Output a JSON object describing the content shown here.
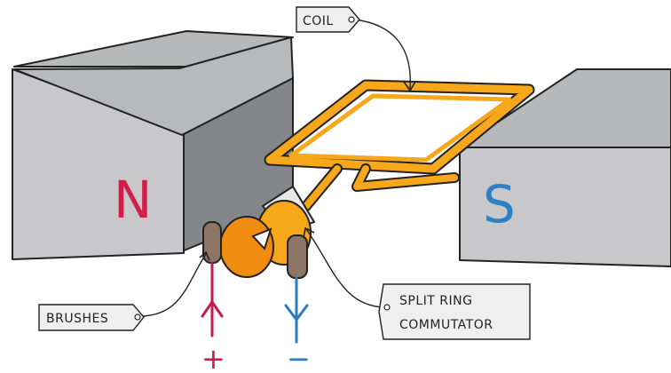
{
  "labels": {
    "coil": "COIL",
    "brushes": "BRUSHES",
    "commutator_line1": "SPLIT RING",
    "commutator_line2": "COMMUTATOR"
  },
  "poles": {
    "north": "N",
    "south": "S"
  },
  "terminals": {
    "positive": "+",
    "negative": "−"
  },
  "colors": {
    "magnet_front": "#c8c8ca",
    "magnet_top": "#b7b8ba",
    "magnet_side": "#8a8b8e",
    "coil": "#f6a71a",
    "coil_dark": "#e08a00",
    "commutator": "#f59a1c",
    "brush": "#8c7565",
    "north_label": "#d21f4a",
    "south_label": "#2e7fc4",
    "positive_wire": "#c8194a",
    "negative_wire": "#2a7cc0",
    "tag_fill": "#efefef",
    "outline": "#222222"
  }
}
